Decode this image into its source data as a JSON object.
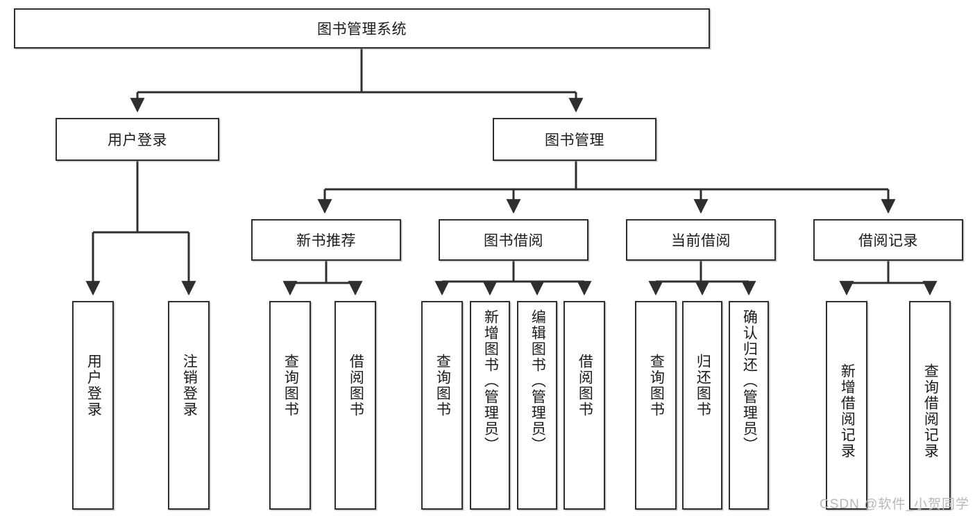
{
  "diagram": {
    "title": "图书管理系统",
    "watermark": "CSDN @软件_小贺同学",
    "colors": {
      "stroke": "#2f2f2f",
      "fill": "#ffffff",
      "text": "#1a1a1a",
      "watermark": "#b8b8b8"
    },
    "levels": {
      "root": {
        "label": "图书管理系统"
      },
      "level2": [
        {
          "label": "用户登录"
        },
        {
          "label": "图书管理"
        }
      ],
      "level3": [
        {
          "label": "新书推荐"
        },
        {
          "label": "图书借阅"
        },
        {
          "label": "当前借阅"
        },
        {
          "label": "借阅记录"
        }
      ],
      "leaves": {
        "user_login": [
          {
            "label": "用户登录"
          },
          {
            "label": "注销登录"
          }
        ],
        "new_book_recommend": [
          {
            "label": "查询图书"
          },
          {
            "label": "借阅图书"
          }
        ],
        "book_borrow": [
          {
            "label": "查询图书"
          },
          {
            "label": "新增图书（管理员）"
          },
          {
            "label": "编辑图书（管理员）"
          },
          {
            "label": "借阅图书"
          }
        ],
        "current_borrow": [
          {
            "label": "查询图书"
          },
          {
            "label": "归还图书"
          },
          {
            "label": "确认归还（管理员）"
          }
        ],
        "borrow_record": [
          {
            "label": "新增借阅记录"
          },
          {
            "label": "查询借阅记录"
          }
        ]
      }
    }
  }
}
